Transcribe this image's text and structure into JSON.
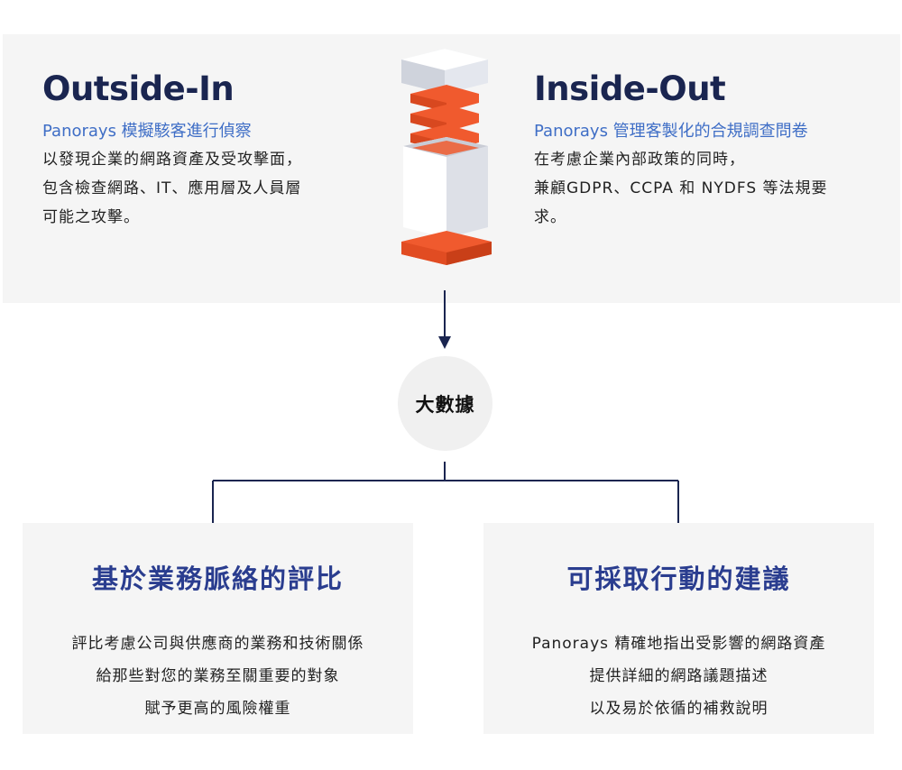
{
  "outside_in": {
    "title": "Outside-In",
    "subtitle": "Panorays 模擬駭客進行偵察",
    "body": [
      "以發現企業的網路資產及受攻擊面，",
      "包含檢查網路、IT、應用層及人員層",
      "可能之攻擊。"
    ]
  },
  "inside_out": {
    "title": "Inside-Out",
    "subtitle": "Panorays 管理客製化的合規調查問卷",
    "body": [
      "在考慮企業內部政策的同時，",
      "兼顧GDPR、CCPA 和 NYDFS 等法規要",
      "求。"
    ]
  },
  "hub": {
    "label": "大數據"
  },
  "left_card": {
    "title": "基於業務脈絡的評比",
    "lines": [
      "評比考慮公司與供應商的業務和技術關係",
      "給那些對您的業務至關重要的對象",
      "賦予更高的風險權重"
    ]
  },
  "right_card": {
    "title": "可採取行動的建議",
    "lines": [
      "Panorays 精確地指出受影響的網路資產",
      "提供詳細的網路議題描述",
      "以及易於依循的補救說明"
    ]
  },
  "colors": {
    "title": "#1a2550",
    "subtitle": "#3f6ec6",
    "card_title": "#2a3d8f",
    "accent_orange": "#f05a2e",
    "panel_bg": "#f5f5f5"
  }
}
